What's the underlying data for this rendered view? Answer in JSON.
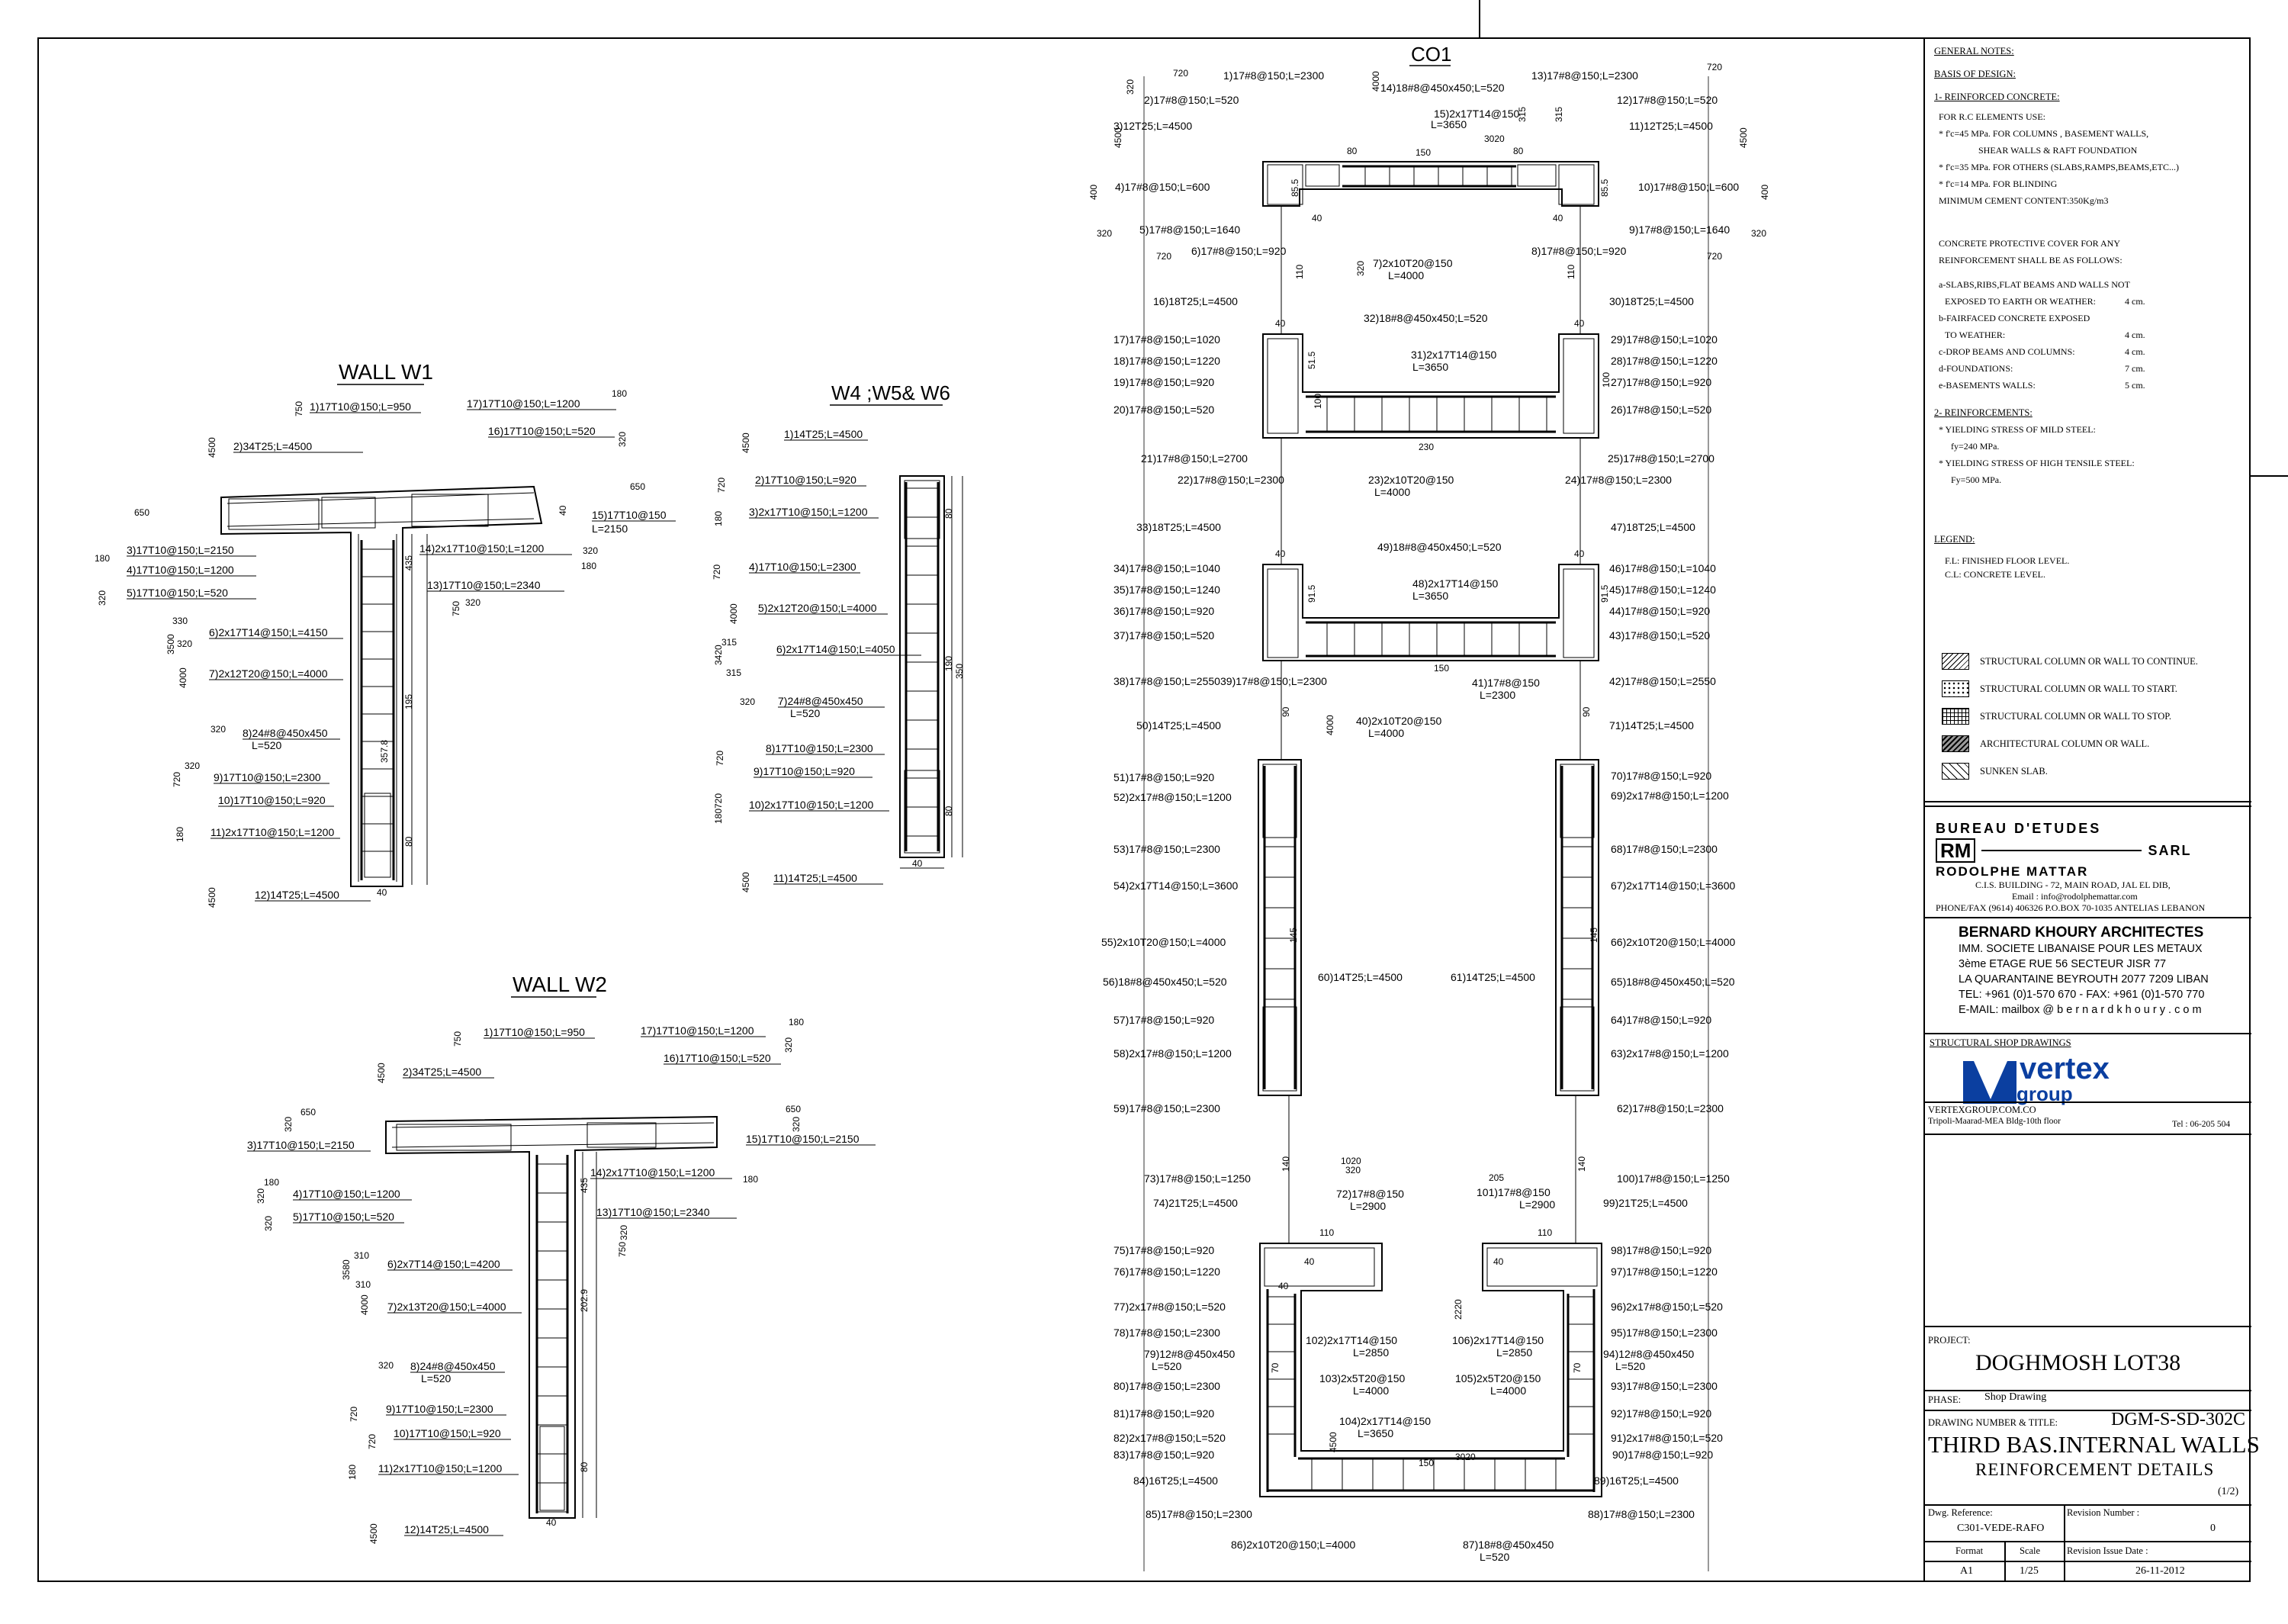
{
  "titles": {
    "co1": "CO1",
    "wall_w1": "WALL W1",
    "w456": "W4 ;W5& W6",
    "wall_w2": "WALL W2"
  },
  "w1_labels": [
    "1)17T10@150;L=950",
    "2)34T25;L=4500",
    "3)17T10@150;L=2150",
    "4)17T10@150;L=1200",
    "5)17T10@150;L=520",
    "6)2x17T14@150;L=4150",
    "7)2x12T20@150;L=4000",
    "8)24#8@450x450",
    "L=520",
    "9)17T10@150;L=2300",
    "10)17T10@150;L=920",
    "11)2x17T10@150;L=1200",
    "12)14T25;L=4500",
    "17)17T10@150;L=1200",
    "16)17T10@150;L=520",
    "15)17T10@150",
    "L=2150",
    "14)2x17T10@150;L=1200",
    "13)17T10@150;L=2340"
  ],
  "w1_dims": [
    "750",
    "4500",
    "650",
    "180",
    "320",
    "330",
    "3500",
    "320",
    "4000",
    "320",
    "720",
    "320",
    "180",
    "4500",
    "180",
    "320",
    "650",
    "320",
    "180",
    "320",
    "750",
    "40",
    "357.8",
    "195",
    "80",
    "40",
    "435"
  ],
  "w456_labels": [
    "1)14T25;L=4500",
    "2)17T10@150;L=920",
    "3)2x17T10@150;L=1200",
    "4)17T10@150;L=2300",
    "5)2x12T20@150;L=4000",
    "6)2x17T14@150;L=4050",
    "7)24#8@450x450",
    "L=520",
    "8)17T10@150;L=2300",
    "9)17T10@150;L=920",
    "10)2x17T10@150;L=1200",
    "11)14T25;L=4500"
  ],
  "w456_dims": [
    "4500",
    "720",
    "180",
    "720",
    "4000",
    "315",
    "3420",
    "315",
    "320",
    "720",
    "720",
    "180",
    "4500",
    "80",
    "190",
    "350",
    "80",
    "40"
  ],
  "w2_labels": [
    "1)17T10@150;L=950",
    "2)34T25;L=4500",
    "3)17T10@150;L=2150",
    "4)17T10@150;L=1200",
    "5)17T10@150;L=520",
    "6)2x7T14@150;L=4200",
    "7)2x13T20@150;L=4000",
    "8)24#8@450x450",
    "L=520",
    "9)17T10@150;L=2300",
    "10)17T10@150;L=920",
    "11)2x17T10@150;L=1200",
    "12)14T25;L=4500",
    "17)17T10@150;L=1200",
    "16)17T10@150;L=520",
    "15)17T10@150;L=2150",
    "14)2x17T10@150;L=1200",
    "13)17T10@150;L=2340"
  ],
  "w2_dims": [
    "750",
    "4500",
    "650",
    "320",
    "180",
    "320",
    "320",
    "310",
    "3580",
    "310",
    "4000",
    "320",
    "720",
    "720",
    "180",
    "4500",
    "180",
    "320",
    "650",
    "320",
    "180",
    "320",
    "750",
    "435",
    "202.9",
    "80",
    "40"
  ],
  "co1_labels": [
    "1)17#8@150;L=2300",
    "2)17#8@150;L=520",
    "3)12T25;L=4500",
    "4)17#8@150;L=600",
    "5)17#8@150;L=1640",
    "6)17#8@150;L=920",
    "7)2x10T20@150",
    "L=4000",
    "8)17#8@150;L=920",
    "9)17#8@150;L=1640",
    "10)17#8@150;L=600",
    "11)12T25;L=4500",
    "12)17#8@150;L=520",
    "13)17#8@150;L=2300",
    "14)18#8@450x450;L=520",
    "15)2x17T14@150",
    "L=3650",
    "16)18T25;L=4500",
    "17)17#8@150;L=1020",
    "18)17#8@150;L=1220",
    "19)17#8@150;L=920",
    "20)17#8@150;L=520",
    "21)17#8@150;L=2700",
    "22)17#8@150;L=2300",
    "23)2x10T20@150",
    "L=4000",
    "24)17#8@150;L=2300",
    "25)17#8@150;L=2700",
    "26)17#8@150;L=520",
    "27)17#8@150;L=920",
    "28)17#8@150;L=1220",
    "29)17#8@150;L=1020",
    "30)18T25;L=4500",
    "31)2x17T14@150",
    "L=3650",
    "32)18#8@450x450;L=520",
    "33)18T25;L=4500",
    "34)17#8@150;L=1040",
    "35)17#8@150;L=1240",
    "36)17#8@150;L=920",
    "37)17#8@150;L=520",
    "38)17#8@150;L=2550",
    "39)17#8@150;L=2300",
    "40)2x10T20@150",
    "L=4000",
    "41)17#8@150",
    "L=2300",
    "42)17#8@150;L=2550",
    "43)17#8@150;L=520",
    "44)17#8@150;L=920",
    "45)17#8@150;L=1240",
    "46)17#8@150;L=1040",
    "47)18T25;L=4500",
    "48)2x17T14@150",
    "L=3650",
    "49)18#8@450x450;L=520",
    "50)14T25;L=4500",
    "51)17#8@150;L=920",
    "52)2x17#8@150;L=1200",
    "53)17#8@150;L=2300",
    "54)2x17T14@150;L=3600",
    "55)2x10T20@150;L=4000",
    "56)18#8@450x450;L=520",
    "57)17#8@150;L=920",
    "58)2x17#8@150;L=1200",
    "59)17#8@150;L=2300",
    "60)14T25;L=4500",
    "61)14T25;L=4500",
    "62)17#8@150;L=2300",
    "63)2x17#8@150;L=1200",
    "64)17#8@150;L=920",
    "65)18#8@450x450;L=520",
    "66)2x10T20@150;L=4000",
    "67)2x17T14@150;L=3600",
    "68)17#8@150;L=2300",
    "69)2x17#8@150;L=1200",
    "70)17#8@150;L=920",
    "71)14T25;L=4500",
    "72)17#8@150",
    "L=2900",
    "73)17#8@150;L=1250",
    "74)21T25;L=4500",
    "75)17#8@150;L=920",
    "76)17#8@150;L=1220",
    "77)2x17#8@150;L=520",
    "78)17#8@150;L=2300",
    "79)12#8@450x450",
    "L=520",
    "80)17#8@150;L=2300",
    "81)17#8@150;L=920",
    "82)2x17#8@150;L=520",
    "83)17#8@150;L=920",
    "84)16T25;L=4500",
    "85)17#8@150;L=2300",
    "86)2x10T20@150;L=4000",
    "87)18#8@450x450",
    "L=520",
    "88)17#8@150;L=2300",
    "89)16T25;L=4500",
    "90)17#8@150;L=920",
    "91)2x17#8@150;L=520",
    "92)17#8@150;L=920",
    "93)17#8@150;L=2300",
    "94)12#8@450x450",
    "L=520",
    "95)17#8@150;L=2300",
    "96)2x17#8@150;L=520",
    "97)17#8@150;L=1220",
    "98)17#8@150;L=920",
    "99)21T25;L=4500",
    "100)17#8@150;L=1250",
    "101)17#8@150",
    "L=2900",
    "102)2x17T14@150",
    "L=2850",
    "103)2x5T20@150",
    "L=4000",
    "104)2x17T14@150",
    "L=3650",
    "105)2x5T20@150",
    "L=4000",
    "106)2x17T14@150",
    "L=2850"
  ],
  "co1_dims": [
    "720",
    "320",
    "4500",
    "400",
    "320",
    "720",
    "320",
    "4000",
    "720",
    "4500",
    "400",
    "320",
    "720",
    "315",
    "3020",
    "315",
    "150",
    "80",
    "80",
    "40",
    "40",
    "85.5",
    "85.5",
    "110",
    "110",
    "40",
    "40",
    "51.5",
    "100",
    "230",
    "100",
    "91.5",
    "91.5",
    "150",
    "40",
    "40",
    "90",
    "90",
    "4000",
    "145",
    "145",
    "140",
    "140",
    "110",
    "110",
    "40",
    "40",
    "70",
    "70",
    "150",
    "40",
    "4500",
    "1020",
    "205",
    "320",
    "3020",
    "2220"
  ],
  "notes": {
    "general": "GENERAL NOTES:",
    "basis": "BASIS OF DESIGN:",
    "rc_title": "1- REINFORCED CONCRETE:",
    "lines": [
      "FOR  R.C  ELEMENTS USE:",
      "* f'c=45 MPa. FOR COLUMNS , BASEMENT WALLS,",
      "SHEAR WALLS & RAFT FOUNDATION",
      "* f'c=35 MPa. FOR OTHERS (SLABS,RAMPS,BEAMS,ETC...)",
      "* f'c=14 MPa. FOR BLINDING",
      "MINIMUM CEMENT CONTENT:350Kg/m3",
      "CONCRETE PROTECTIVE COVER FOR ANY",
      "REINFORCEMENT SHALL BE AS FOLLOWS:",
      "a-SLABS,RIBS,FLAT BEAMS AND WALLS NOT",
      "EXPOSED TO EARTH OR WEATHER:",
      "b-FAIRFACED CONCRETE EXPOSED",
      "TO WEATHER:",
      "c-DROP BEAMS AND COLUMNS:",
      "d-FOUNDATIONS:",
      "e-BASEMENTS WALLS:"
    ],
    "covers": [
      "4 cm.",
      "4 cm.",
      "4 cm.",
      "7 cm.",
      "5 cm."
    ],
    "reinf_title": "2- REINFORCEMENTS:",
    "reinf_lines": [
      "* YIELDING STRESS OF MILD STEEL:",
      "fy=240 MPa.",
      "* YIELDING STRESS OF HIGH TENSILE STEEL:",
      "Fy=500 MPa."
    ],
    "legend_title": "LEGEND:",
    "legend_lines": [
      "F.L: FINISHED FLOOR LEVEL.",
      "C.L: CONCRETE LEVEL."
    ],
    "hatch_items": [
      "STRUCTURAL COLUMN OR WALL TO CONTINUE.",
      "STRUCTURAL COLUMN OR WALL TO START.",
      "STRUCTURAL COLUMN OR WALL TO STOP.",
      "ARCHITECTURAL COLUMN OR WALL.",
      "SUNKEN SLAB."
    ]
  },
  "bureau": {
    "line1": "BUREAU   D'ETUDES",
    "sarl": "SARL",
    "logo": "RM",
    "name": "RODOLPHE MATTAR",
    "addr1": "C.I.S. BUILDING - 72, MAIN ROAD, JAL EL DIB,",
    "addr2": "Email : info@rodolphemattar.com",
    "addr3": "PHONE/FAX (9614) 406326 P.O.BOX 70-1035 ANTELIAS LEBANON"
  },
  "architect": {
    "name": "BERNARD KHOURY ARCHITECTES",
    "l1": "IMM.   SOCIETE LIBANAISE POUR LES METAUX",
    "l2": "3ème ETAGE         RUE 56       SECTEUR JISR 77",
    "l3": "LA QUARANTAINE BEYROUTH 2077 7209 LIBAN",
    "l4": "TEL: +961 (0)1-570 670  -  FAX: +961 (0)1-570 770",
    "l5": "E-MAIL:   mailbox @ b e r n a r d k h o u r y . c o m"
  },
  "shop": {
    "title": "STRUCTURAL SHOP DRAWINGS",
    "brand": "vertex",
    "brand2": "group",
    "url": "VERTEXGROUP.COM.CO",
    "addr": "Tripoli-Maarad-MEA Bldg-10th floor",
    "tel": "Tel : 06-205 504"
  },
  "project": {
    "label": "PROJECT:",
    "name": "DOGHMOSH LOT38",
    "phase_label": "PHASE:",
    "phase": "Shop Drawing",
    "dn_label": "DRAWING NUMBER & TITLE:",
    "dn": "DGM-S-SD-302C",
    "title1": "THIRD BAS.INTERNAL WALLS",
    "title2": "REINFORCEMENT DETAILS",
    "sheet": "(1/2)",
    "ref_label": "Dwg. Reference:",
    "ref": "C301-VEDE-RAFO",
    "rev_label": "Revision Number :",
    "rev": "0",
    "format_label": "Format",
    "format": "A1",
    "scale_label": "Scale",
    "scale": "1/25",
    "date_label": "Revision Issue Date :",
    "date": "26-11-2012"
  }
}
